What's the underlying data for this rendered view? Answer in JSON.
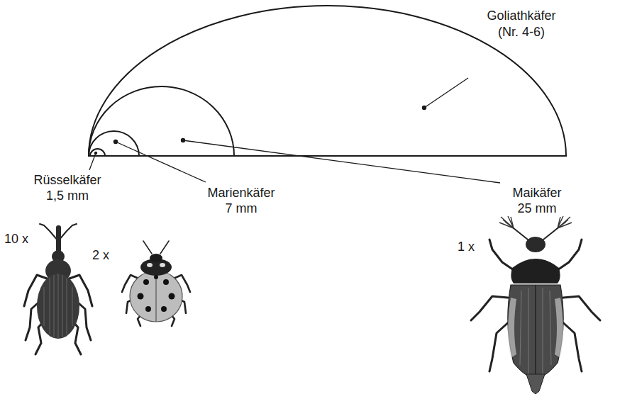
{
  "diagram": {
    "labels": [
      "Goliathkäfer",
      "(Nr. 4-6)",
      "Rüsselkäfer",
      "1,5 mm",
      "Marienkäfer",
      "7 mm",
      "Maikäfer",
      "25 mm",
      "10 x",
      "2 x",
      "1 x"
    ]
  }
}
